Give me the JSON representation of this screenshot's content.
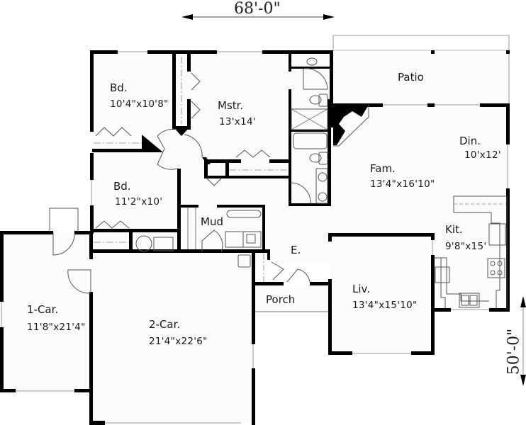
{
  "plan": {
    "overall_width": "68'-0\"",
    "overall_depth": "50'-0\"",
    "rooms": [
      {
        "id": "bedroom-1",
        "name": "Bd.",
        "dimensions": "10'4\"x10'8\""
      },
      {
        "id": "master",
        "name": "Mstr.",
        "dimensions": "13'x14'"
      },
      {
        "id": "patio",
        "name": "Patio",
        "dimensions": ""
      },
      {
        "id": "dining",
        "name": "Din.",
        "dimensions": "10'x12'"
      },
      {
        "id": "family",
        "name": "Fam.",
        "dimensions": "13'4\"x16'10\""
      },
      {
        "id": "bedroom-2",
        "name": "Bd.",
        "dimensions": "11'2\"x10'"
      },
      {
        "id": "mud",
        "name": "Mud",
        "dimensions": ""
      },
      {
        "id": "kitchen",
        "name": "Kit.",
        "dimensions": "9'8\"x15'"
      },
      {
        "id": "entry",
        "name": "E.",
        "dimensions": ""
      },
      {
        "id": "porch",
        "name": "Porch",
        "dimensions": ""
      },
      {
        "id": "living",
        "name": "Liv.",
        "dimensions": "13'4\"x15'10\""
      },
      {
        "id": "garage-1",
        "name": "1-Car.",
        "dimensions": "11'8\"x21'4\""
      },
      {
        "id": "garage-2",
        "name": "2-Car.",
        "dimensions": "21'4\"x22'6\""
      }
    ]
  },
  "colors": {
    "wall": "#000000",
    "fixture_line": "#555555",
    "floor": "#fbfbfb",
    "background": "#ffffff"
  }
}
